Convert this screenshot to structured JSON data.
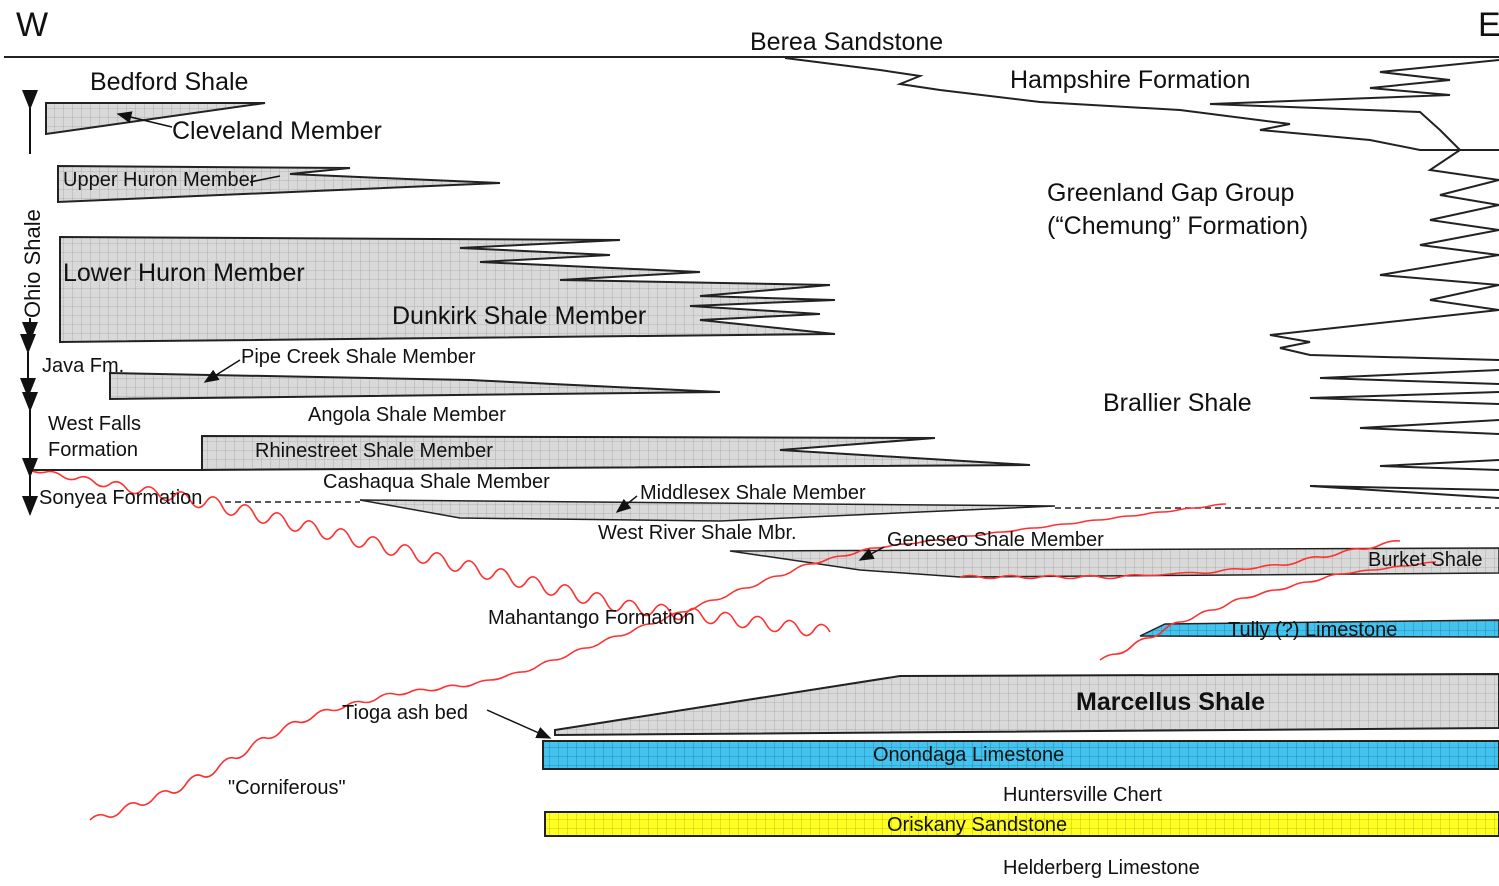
{
  "compass": {
    "west": "W",
    "east": "E"
  },
  "formations": {
    "berea": "Berea Sandstone",
    "hampshire": "Hampshire Formation",
    "bedford": "Bedford Shale",
    "cleveland": "Cleveland Member",
    "upper_huron": "Upper Huron Member",
    "greenland_gap_1": "Greenland Gap Group",
    "greenland_gap_2": "(“Chemung” Formation)",
    "lower_huron": "Lower Huron Member",
    "dunkirk": "Dunkirk Shale Member",
    "ohio_shale": "Ohio Shale",
    "java": "Java Fm.",
    "pipe_creek": "Pipe Creek Shale Member",
    "brallier": "Brallier Shale",
    "angola": "Angola Shale Member",
    "west_falls_1": "West Falls",
    "west_falls_2": "Formation",
    "rhinestreet": "Rhinestreet Shale Member",
    "cashaqua": "Cashaqua Shale Member",
    "sonyea": "Sonyea Formation",
    "middlesex": "Middlesex Shale Member",
    "west_river": "West River Shale Mbr.",
    "geneseo": "Geneseo Shale Member",
    "burket": "Burket Shale",
    "mahantango": "Mahantango Formation",
    "tully": "Tully (?) Limestone",
    "tioga": "Tioga ash bed",
    "marcellus": "Marcellus Shale",
    "onondaga": "Onondaga Limestone",
    "corniferous": "\"Corniferous\"",
    "huntersville": "Huntersville Chert",
    "oriskany": "Oriskany Sandstone",
    "helderberg": "Helderberg Limestone"
  },
  "colors": {
    "shale_fill": "#d9d9d9",
    "limestone_fill": "#43c3ee",
    "sandstone_fill": "#ffff24",
    "ash_line": "#ff3030",
    "grid": "#ababab"
  }
}
